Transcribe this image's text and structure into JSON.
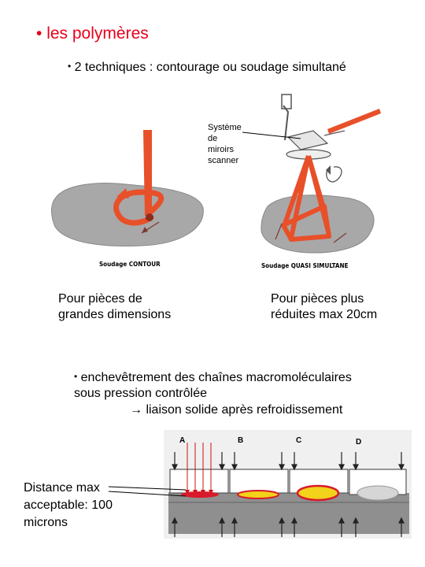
{
  "heading": {
    "bullet": "•",
    "text": "les polymères"
  },
  "subheading": {
    "bullet": "•",
    "text": "2 techniques : contourage ou soudage simultané"
  },
  "mirror_label": "Système\nde\nmiroirs\nscanner",
  "left_image_caption": "Soudage CONTOUR",
  "right_image_caption": "Soudage QUASI SIMULTANE",
  "caption_left": {
    "line1": "Pour pièces de",
    "line2": "grandes dimensions"
  },
  "caption_right": {
    "line1": "Pour pièces plus",
    "line2": "réduites max 20cm"
  },
  "point": {
    "bullet": "•",
    "line1": "enchevêtrement des chaînes macromoléculaires",
    "line2": "sous pression contrôlée",
    "line3": "→ liaison solide après refroidissement"
  },
  "distance": {
    "line1": "Distance max",
    "line2": "acceptable: 100",
    "line3": "microns"
  },
  "panels": [
    "A",
    "B",
    "C",
    "D"
  ],
  "colors": {
    "red": "#e8001c",
    "laser": "#e8502a",
    "gray_part": "#9a9a9a",
    "yellow": "#f2d21a"
  }
}
